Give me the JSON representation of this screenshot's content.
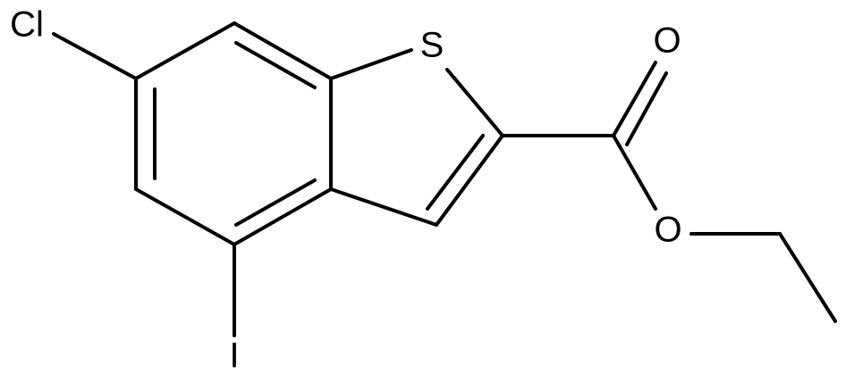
{
  "atoms": {
    "cl": "Cl",
    "s": "S",
    "o_carbonyl": "O",
    "o_ester": "O",
    "i": "I"
  },
  "colors": {
    "bond": "#000000",
    "label": "#000000",
    "background": "#ffffff"
  }
}
